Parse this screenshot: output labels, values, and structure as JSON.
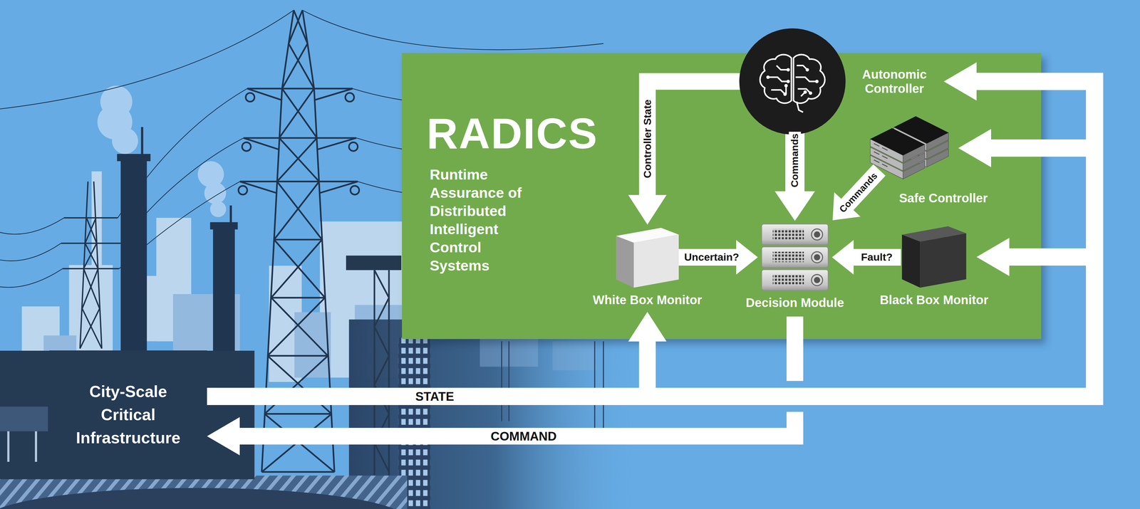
{
  "diagram": {
    "nodes": [
      {
        "text": [
          "RADICS",
          "Runtime Assurance of Distributed Intelligent Control Systems"
        ]
      },
      {
        "text": [
          "Autonomic Controller"
        ],
        "in": 0
      },
      {
        "text": [
          "Safe Controller"
        ],
        "in": 0
      },
      {
        "text": [
          "White Box Monitor"
        ],
        "in": 0
      },
      {
        "text": [
          "Decision Module"
        ],
        "in": 0
      },
      {
        "text": [
          "Black Box Monitor"
        ],
        "in": 0
      },
      {
        "text": [
          "City-Scale Critical Infrastructure"
        ]
      }
    ],
    "edges": [
      {
        "from": 1,
        "to": 3,
        "label": "Controller State",
        "arrow": "to"
      },
      {
        "from": 1,
        "to": 4,
        "label": "Commands",
        "arrow": "to"
      },
      {
        "from": 2,
        "to": 4,
        "label": "Commands",
        "arrow": "to"
      },
      {
        "from": 3,
        "to": 4,
        "label": "Uncertain?",
        "arrow": "to"
      },
      {
        "from": 5,
        "to": 4,
        "label": "Fault?",
        "arrow": "to"
      },
      {
        "from": 4,
        "to": 6,
        "label": "COMMAND",
        "arrow": "to"
      },
      {
        "from": 6,
        "to": 3,
        "label": "STATE",
        "arrow": "to"
      },
      {
        "from": 6,
        "to": 1,
        "arrow": "to"
      },
      {
        "from": 6,
        "to": 2,
        "arrow": "to"
      },
      {
        "from": 6,
        "to": 5,
        "arrow": "to"
      }
    ]
  }
}
